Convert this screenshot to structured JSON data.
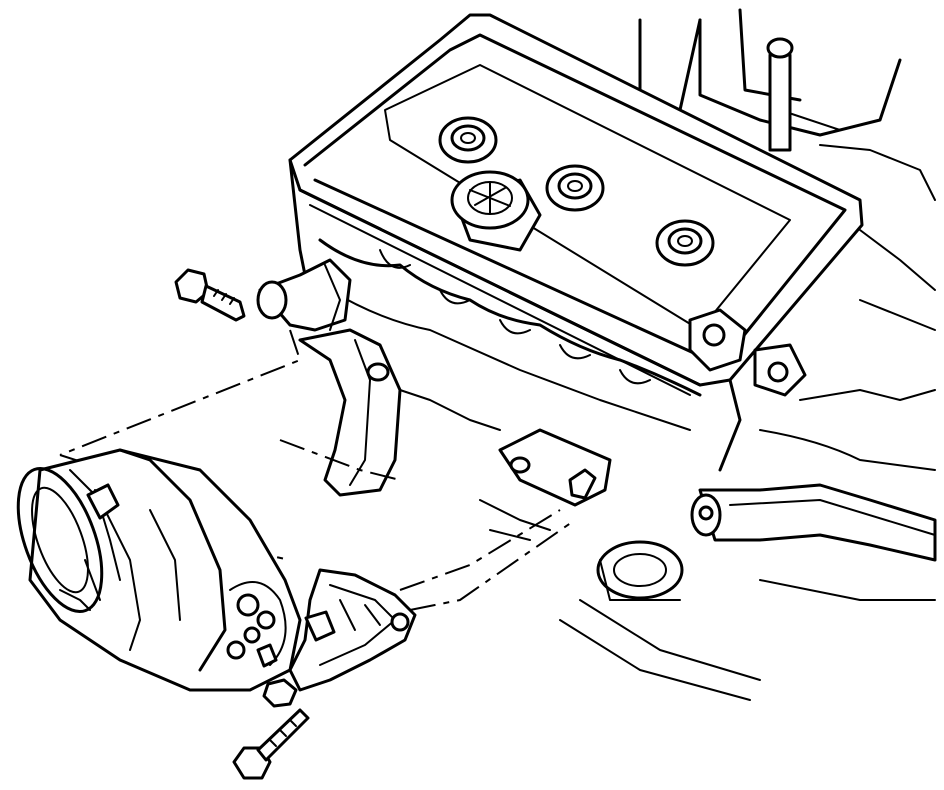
{
  "figure": {
    "kind": "line-drawing",
    "colors": {
      "line": "#000000",
      "background": "#ffffff"
    },
    "parts": [
      "engine-valve-cover",
      "thermostat-housing",
      "upper-mounting-bolt",
      "lower-mounting-bolt",
      "ac-compressor",
      "compressor-mounting-bracket",
      "engine-bracket",
      "coolant-pipe",
      "intake-tube"
    ]
  }
}
